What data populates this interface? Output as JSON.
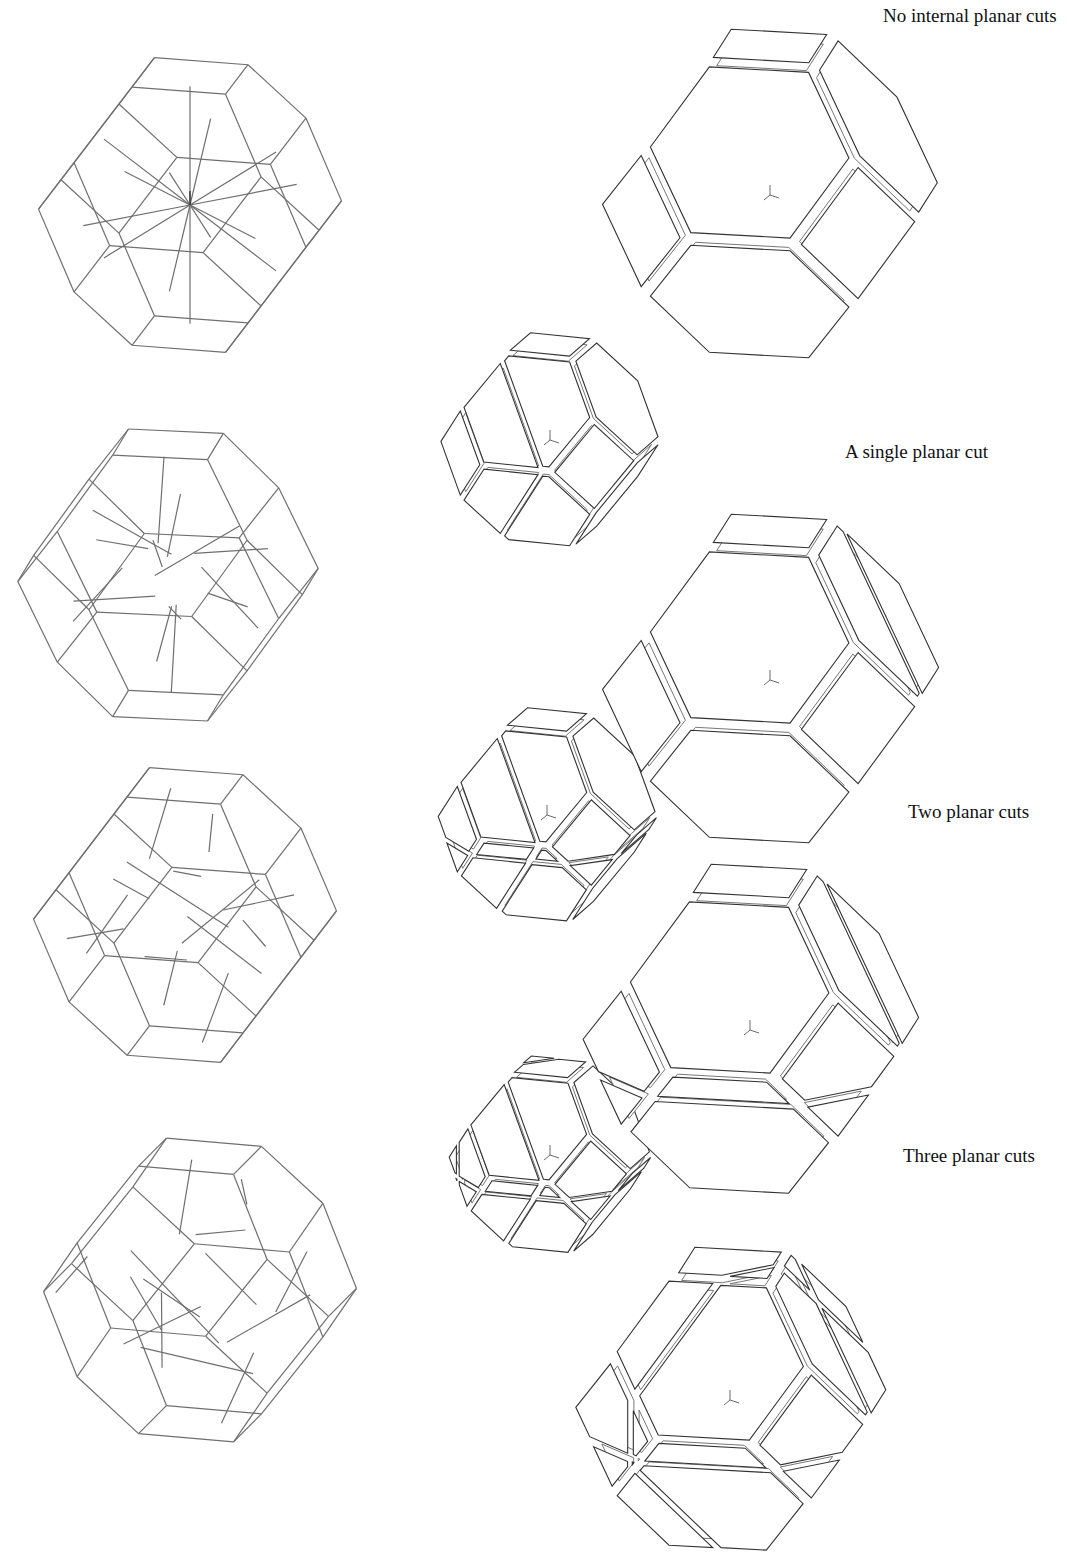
{
  "diagram": {
    "labels": [
      "No internal planar cuts",
      "A single planar cut",
      "Two planar cuts",
      "Three planar cuts"
    ]
  }
}
